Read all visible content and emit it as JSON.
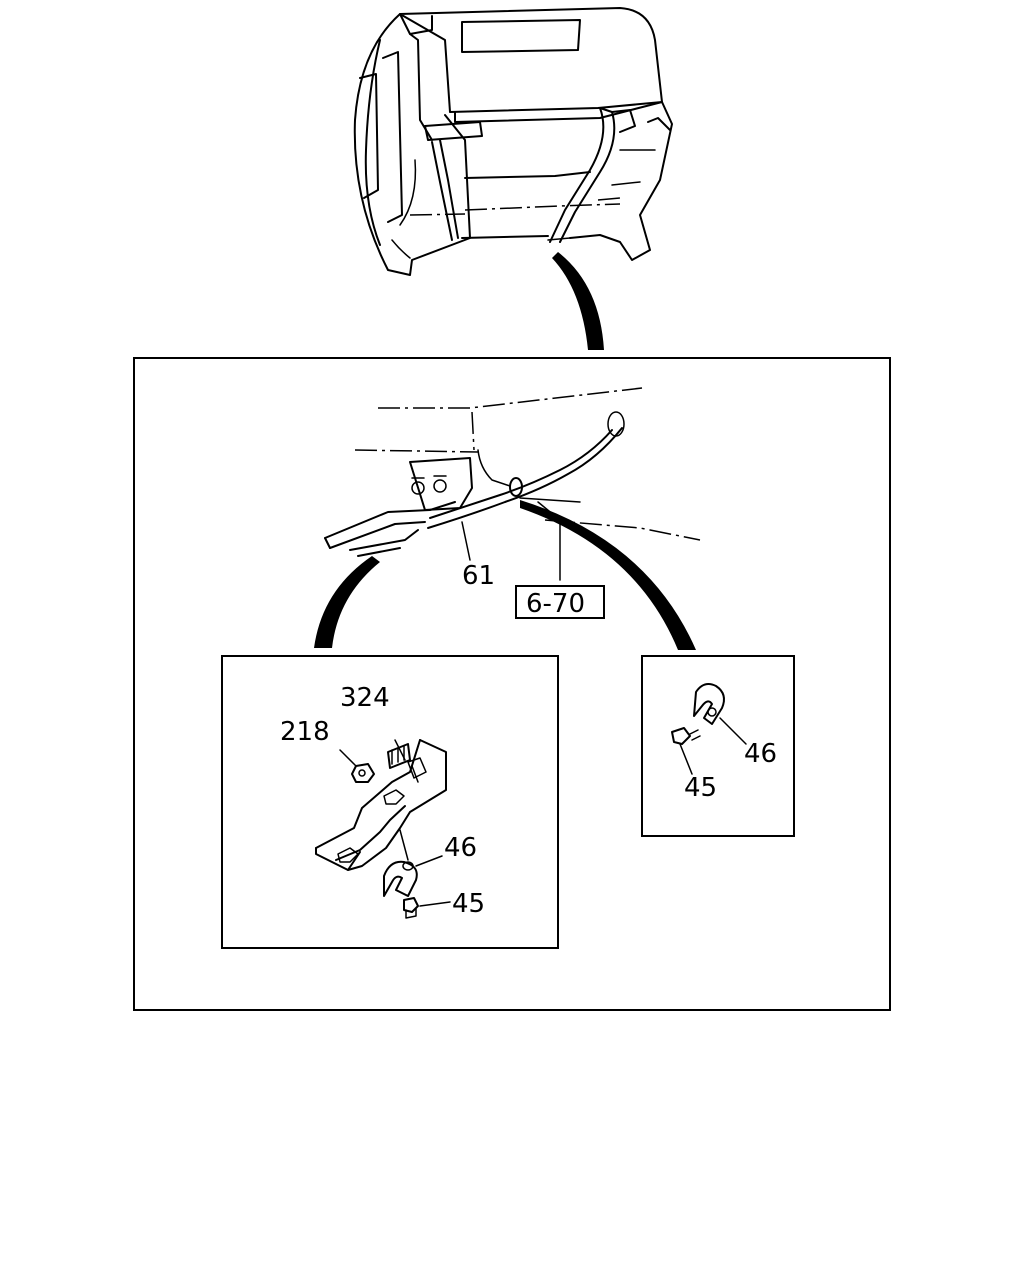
{
  "labels": {
    "main_61": "61",
    "main_ref": "6-70",
    "left_324": "324",
    "left_218": "218",
    "left_46": "46",
    "left_45": "45",
    "right_46": "46",
    "right_45": "45"
  }
}
